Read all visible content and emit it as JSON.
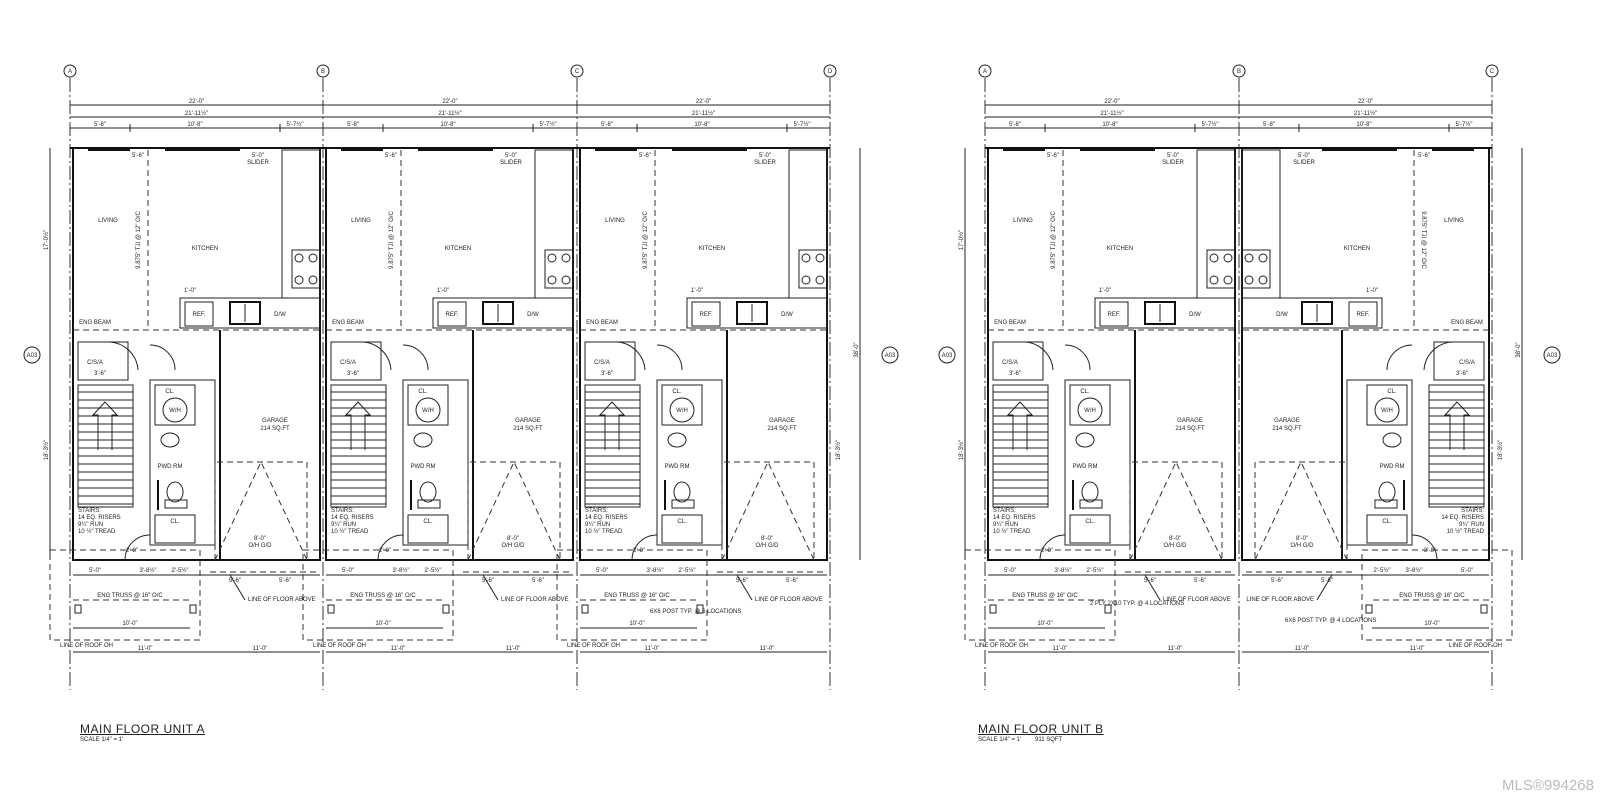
{
  "plans": [
    {
      "title": "MAIN FLOOR UNIT A",
      "scale": "SCALE 1/4\" = 1'",
      "area": "",
      "grid": [
        "A",
        "B",
        "C",
        "D"
      ],
      "post_note": "6X6 POST TYP. @ 6 LOCATIONS"
    },
    {
      "title": "MAIN FLOOR UNIT B",
      "scale": "SCALE 1/4\" = 1'",
      "area": "911 SQFT",
      "grid": [
        "A",
        "B",
        "C"
      ],
      "post_note": "6X6 POST TYP. @ 4 LOCATIONS",
      "ply_note": "2 PLY 2X10 TYP. @ 4 LOCATIONS"
    }
  ],
  "labels": {
    "living": "LIVING",
    "kitchen": "KITCHEN",
    "garage": "GARAGE",
    "garage_area": "214 SQ.FT",
    "slider": "SLIDER",
    "slider_dim": "5'-0\"",
    "window_dim": "5'-6\"",
    "eng_beam": "ENG BEAM",
    "closet": "CL.",
    "water_heater": "W/H",
    "powder": "PWD RM",
    "csa": "C/S/A",
    "fridge": "REF.",
    "dishwasher": "D/W",
    "stairs": [
      "STAIRS:",
      "14 EQ. RISERS",
      "9¼\" RUN",
      "10 ½\" TREAD"
    ],
    "garage_door": [
      "8'-0\"",
      "O/H G/D"
    ],
    "floor_above": "LINE OF FLOOR ABOVE",
    "roof_oh": "LINE OF ROOF OH",
    "truss": "ENG TRUSS @ 16\" O/C",
    "joist": "9.875\" TJI @ 12\" O/C",
    "section": "A03"
  },
  "dims": {
    "overall": "22'-0\"",
    "inner": "21'-11½\"",
    "seg1": "5'-8\"",
    "seg2": "10'-8\"",
    "seg3": "5'-7½\"",
    "depth_upper": "17'-0½\"",
    "depth_lower": "18'-3½\"",
    "depth_total": "38'-0\"",
    "porch1": "5'-0\"",
    "porch2": "3'-8½\"",
    "porch3": "2'-5½\"",
    "porch4": "5'-6\"",
    "porch5": "5'-6\"",
    "porch_w": "10'-0\"",
    "porch_d": "5'-0\"",
    "bottom1": "11'-0\"",
    "bottom2": "11'-0\"",
    "counter": "1'-0\"",
    "door": "2'-8\"",
    "hall": "3'-6\""
  },
  "watermark": "MLS®994268"
}
